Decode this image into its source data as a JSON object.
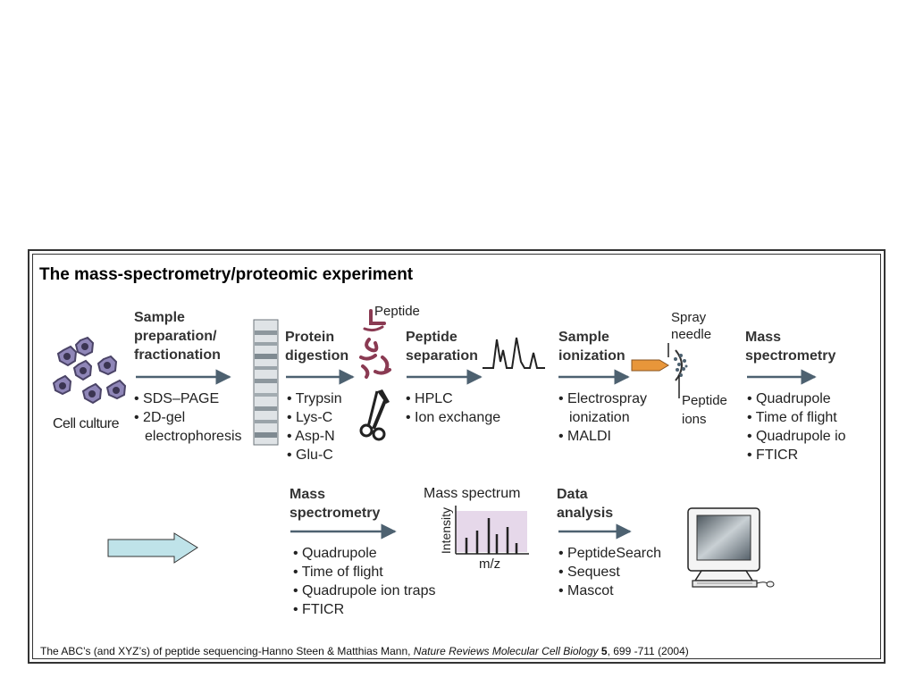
{
  "title": "The mass-spectrometry/proteomic experiment",
  "cell_culture": {
    "label": "Cell culture"
  },
  "sample_preparation": {
    "heading": [
      "Sample",
      "preparation/",
      "fractionation"
    ],
    "items": [
      "• SDS–PAGE",
      "• 2D-gel",
      "electrophoresis"
    ]
  },
  "protein_digestion": {
    "heading": [
      "Protein",
      "digestion"
    ],
    "items": [
      "• Trypsin",
      "• Lys-C",
      "• Asp-N",
      "• Glu-C"
    ],
    "peptide_label": "Peptide"
  },
  "peptide_separation": {
    "heading": [
      "Peptide",
      "separation"
    ],
    "items": [
      "• HPLC",
      "• Ion exchange"
    ]
  },
  "sample_ionization": {
    "heading": [
      "Sample",
      "ionization"
    ],
    "items": [
      "• Electrospray",
      "ionization",
      "• MALDI"
    ],
    "spray_needle_label": [
      "Spray",
      "needle"
    ],
    "peptide_ions_label": [
      "Peptide",
      "ions"
    ]
  },
  "mass_spectrometry_top": {
    "heading": [
      "Mass",
      "spectrometry"
    ],
    "items": [
      "• Quadrupole",
      "• Time of flight",
      "• Quadrupole io",
      "• FTICR"
    ]
  },
  "mass_spectrometry_bottom": {
    "heading": [
      "Mass",
      "spectrometry"
    ],
    "items": [
      "• Quadrupole",
      "• Time of flight",
      "• Quadrupole ion traps",
      "• FTICR"
    ]
  },
  "mass_spectrum": {
    "label": "Mass spectrum",
    "y_axis": "Intensity",
    "x_axis": "m/z"
  },
  "data_analysis": {
    "heading": [
      "Data",
      "analysis"
    ],
    "items": [
      "• PeptideSearch",
      "• Sequest",
      "• Mascot"
    ]
  },
  "citation": {
    "authors": "The ABC’s (and XYZ’s) of peptide sequencing-Hanno Steen & Matthias Mann, ",
    "journal": "Nature Reviews Molecular Cell Biology",
    "volume": "5",
    "pages": ", 699 -711 (2004)"
  },
  "colors": {
    "cell_fill": "#8f86b8",
    "cell_ring": "#4a4366",
    "arrow": "#4d6170",
    "peptide": "#8a3a52",
    "needle": "#e8963a",
    "spectrum_bg": "#e6d8ea",
    "monitor_screen": "#6f7b82",
    "block_arrow": "#bfe3e9"
  }
}
